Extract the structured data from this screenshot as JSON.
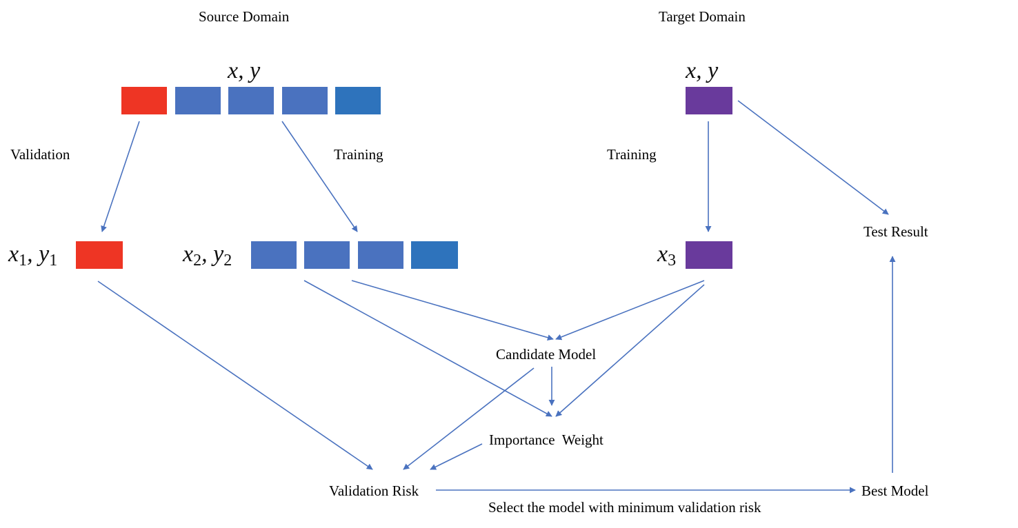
{
  "colors": {
    "validation_block": "#ee3524",
    "training_block": "#4a72bf",
    "training_block_dark": "#2e73bc",
    "target_block": "#693a9c",
    "arrow": "#4a72bf"
  },
  "headers": {
    "source_domain": "Source Domain",
    "target_domain": "Target Domain"
  },
  "math": {
    "source_xy": "x, y",
    "target_xy": "x, y",
    "x1y1": {
      "x": "x",
      "xs": "1",
      "y": "y",
      "ys": "1"
    },
    "x2y2": {
      "x": "x",
      "xs": "2",
      "y": "y",
      "ys": "2"
    },
    "x3": {
      "x": "x",
      "xs": "3"
    }
  },
  "labels": {
    "validation": "Validation",
    "training_source": "Training",
    "training_target": "Training",
    "test_result": "Test Result",
    "candidate_model": "Candidate Model",
    "importance_weight": "Importance  Weight",
    "validation_risk": "Validation Risk",
    "best_model": "Best Model",
    "select_caption": "Select the model with minimum validation risk"
  }
}
